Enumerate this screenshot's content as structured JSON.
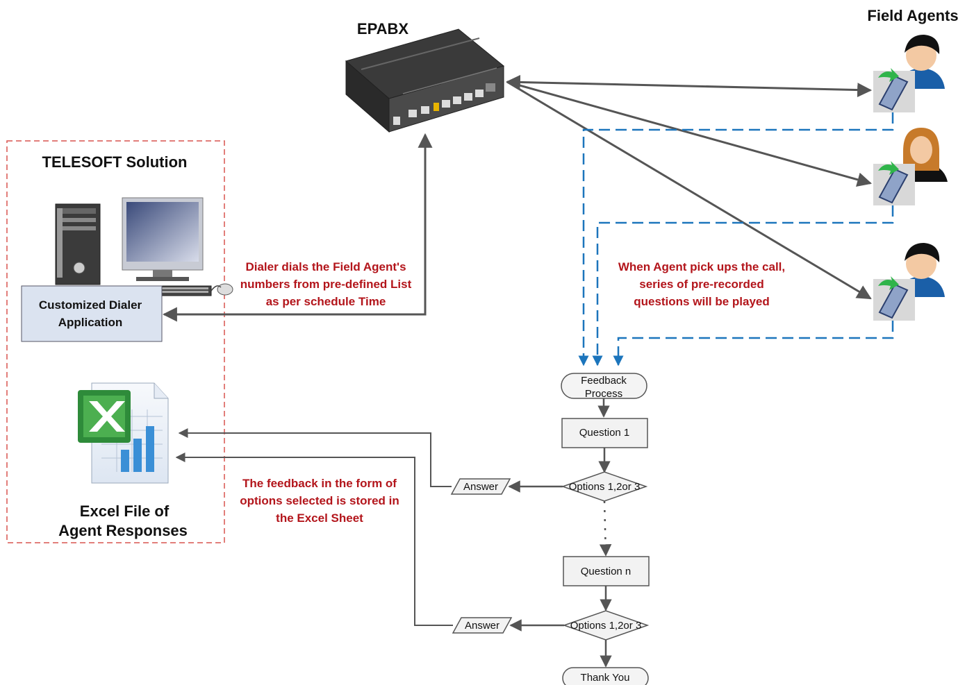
{
  "titles": {
    "epabx": "EPABX",
    "field_agents": "Field Agents",
    "solution": "TELESOFT Solution",
    "excel_line1": "Excel File of",
    "excel_line2": "Agent Responses"
  },
  "dialer_app": {
    "line1": "Customized Dialer",
    "line2": "Application"
  },
  "notes": {
    "dialer": [
      "Dialer dials the Field Agent's",
      "numbers from pre-defined List",
      "as per schedule Time"
    ],
    "agent": [
      "When Agent pick ups the call,",
      "series of pre-recorded",
      "questions will be played"
    ],
    "feedback": [
      "The feedback in the form of",
      "options selected is stored in",
      "the Excel Sheet"
    ]
  },
  "flowchart": {
    "start_line1": "Feedback",
    "start_line2": "Process",
    "question1": "Question 1",
    "options1": "Options 1,2or 3",
    "answer1": "Answer",
    "question_n": "Question n",
    "options_n": "Options 1,2or 3",
    "answer_n": "Answer",
    "end": "Thank You"
  },
  "colors": {
    "note_red": "#b3151b",
    "dashed_blue": "#1c75bc",
    "solution_border": "#d9534f",
    "arrow_gray": "#555555",
    "app_box_fill": "#dbe3f0"
  },
  "icons": [
    "epabx-device-icon",
    "desktop-computer-icon",
    "excel-file-icon",
    "male-agent-icon",
    "female-agent-icon",
    "mobile-phone-icon"
  ]
}
